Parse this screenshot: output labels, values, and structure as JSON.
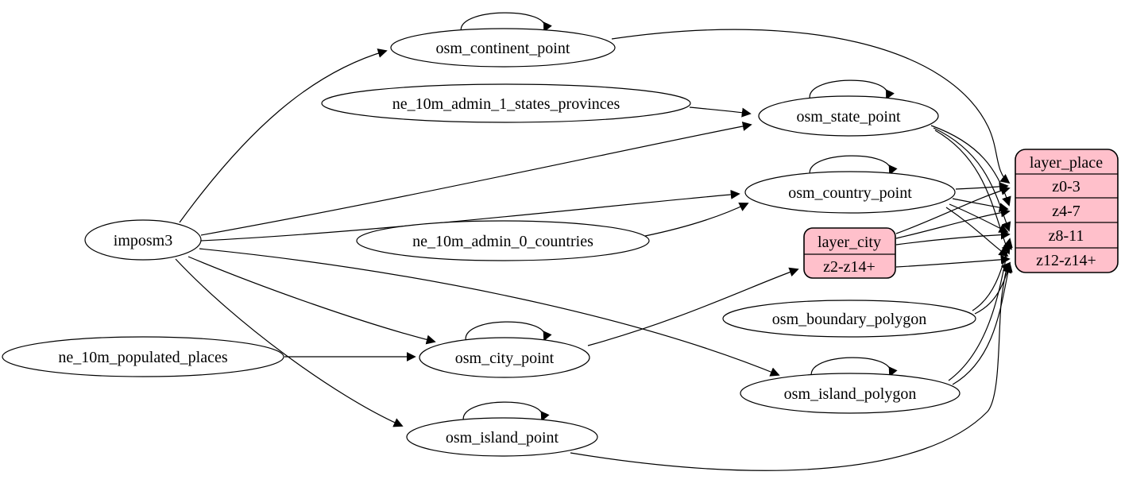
{
  "diagram": {
    "kind": "etl-graph",
    "colors": {
      "record_fill": "#ffc0cb",
      "node_fill": "#ffffff",
      "edge": "#000000"
    },
    "nodes": {
      "imposm3": {
        "label": "imposm3",
        "shape": "ellipse"
      },
      "osm_continent_point": {
        "label": "osm_continent_point",
        "shape": "ellipse",
        "self_loop": true
      },
      "ne_10m_admin_1_states_provinces": {
        "label": "ne_10m_admin_1_states_provinces",
        "shape": "ellipse"
      },
      "osm_state_point": {
        "label": "osm_state_point",
        "shape": "ellipse",
        "self_loop": true
      },
      "osm_country_point": {
        "label": "osm_country_point",
        "shape": "ellipse",
        "self_loop": true
      },
      "ne_10m_admin_0_countries": {
        "label": "ne_10m_admin_0_countries",
        "shape": "ellipse"
      },
      "osm_boundary_polygon": {
        "label": "osm_boundary_polygon",
        "shape": "ellipse"
      },
      "osm_city_point": {
        "label": "osm_city_point",
        "shape": "ellipse",
        "self_loop": true
      },
      "ne_10m_populated_places": {
        "label": "ne_10m_populated_places",
        "shape": "ellipse"
      },
      "osm_island_polygon": {
        "label": "osm_island_polygon",
        "shape": "ellipse",
        "self_loop": true
      },
      "osm_island_point": {
        "label": "osm_island_point",
        "shape": "ellipse",
        "self_loop": true
      }
    },
    "records": {
      "layer_place": {
        "title": "layer_place",
        "rows": [
          "z0-3",
          "z4-7",
          "z8-11",
          "z12-z14+"
        ]
      },
      "layer_city": {
        "title": "layer_city",
        "rows": [
          "z2-z14+"
        ]
      }
    },
    "edges": [
      {
        "from": "imposm3",
        "to": "osm_continent_point"
      },
      {
        "from": "imposm3",
        "to": "osm_state_point"
      },
      {
        "from": "imposm3",
        "to": "osm_country_point"
      },
      {
        "from": "imposm3",
        "to": "osm_city_point"
      },
      {
        "from": "imposm3",
        "to": "osm_island_point"
      },
      {
        "from": "imposm3",
        "to": "osm_island_polygon"
      },
      {
        "from": "ne_10m_admin_1_states_provinces",
        "to": "osm_state_point"
      },
      {
        "from": "ne_10m_admin_0_countries",
        "to": "osm_country_point"
      },
      {
        "from": "ne_10m_populated_places",
        "to": "osm_city_point"
      },
      {
        "from": "osm_continent_point",
        "to": "osm_continent_point"
      },
      {
        "from": "osm_state_point",
        "to": "osm_state_point"
      },
      {
        "from": "osm_country_point",
        "to": "osm_country_point"
      },
      {
        "from": "osm_city_point",
        "to": "osm_city_point"
      },
      {
        "from": "osm_island_point",
        "to": "osm_island_point"
      },
      {
        "from": "osm_island_polygon",
        "to": "osm_island_polygon"
      },
      {
        "from": "osm_continent_point",
        "to": "layer_place",
        "row": "z0-3"
      },
      {
        "from": "osm_country_point",
        "to": "layer_place",
        "row": "z0-3"
      },
      {
        "from": "osm_country_point",
        "to": "layer_place",
        "row": "z4-7"
      },
      {
        "from": "osm_country_point",
        "to": "layer_place",
        "row": "z8-11"
      },
      {
        "from": "osm_country_point",
        "to": "layer_place",
        "row": "z12-z14+"
      },
      {
        "from": "osm_state_point",
        "to": "layer_place",
        "row": "z4-7"
      },
      {
        "from": "osm_state_point",
        "to": "layer_place",
        "row": "z8-11"
      },
      {
        "from": "osm_state_point",
        "to": "layer_place",
        "row": "z12-z14+"
      },
      {
        "from": "osm_city_point",
        "to": "layer_city",
        "row": "z2-z14+"
      },
      {
        "from": "layer_city",
        "to": "layer_place",
        "row": "z0-3"
      },
      {
        "from": "layer_city",
        "to": "layer_place",
        "row": "z4-7"
      },
      {
        "from": "layer_city",
        "to": "layer_place",
        "row": "z8-11"
      },
      {
        "from": "layer_city",
        "to": "layer_place",
        "row": "z12-z14+"
      },
      {
        "from": "osm_island_polygon",
        "to": "layer_place",
        "row": "z8-11"
      },
      {
        "from": "osm_island_polygon",
        "to": "layer_place",
        "row": "z12-z14+"
      },
      {
        "from": "osm_boundary_polygon",
        "to": "layer_place",
        "row": "z8-11"
      },
      {
        "from": "osm_boundary_polygon",
        "to": "layer_place",
        "row": "z12-z14+"
      },
      {
        "from": "osm_island_point",
        "to": "layer_place",
        "row": "z12-z14+"
      }
    ]
  }
}
